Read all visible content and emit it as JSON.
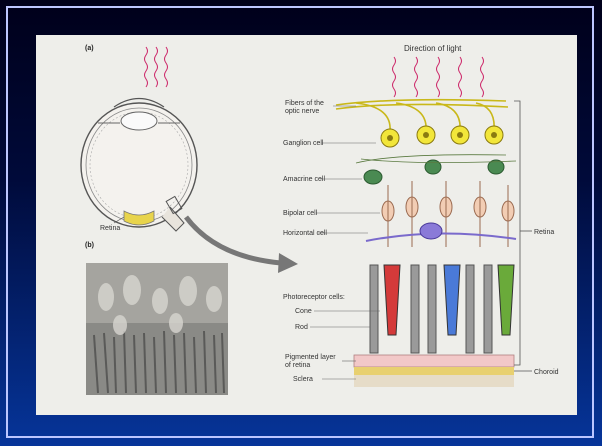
{
  "figure": {
    "panel_a_label": "(a)",
    "panel_b_label": "(b)",
    "direction_of_light": "Direction of light",
    "eye_retina_label": "Retina",
    "labels": {
      "fibers": "Fibers of the",
      "fibers2": "optic nerve",
      "ganglion": "Ganglion cell",
      "amacrine": "Amacrine cell",
      "bipolar": "Bipolar cell",
      "horizontal": "Horizontal cell",
      "photoreceptor": "Photoreceptor cells:",
      "cone": "Cone",
      "rod": "Rod",
      "pigmented": "Pigmented layer",
      "pigmented2": "of retina",
      "sclera": "Sclera",
      "retina": "Retina",
      "choroid": "Choroid"
    }
  }
}
